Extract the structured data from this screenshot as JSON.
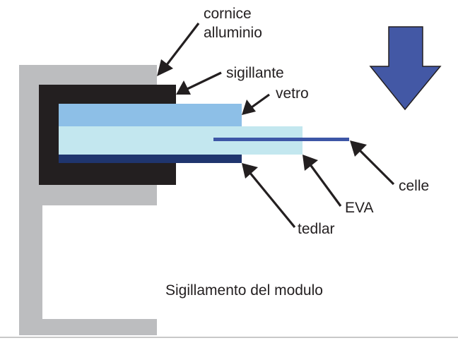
{
  "title": "Sigillamento del modulo",
  "colors": {
    "frame": "#bcbdbf",
    "sealant": "#231f20",
    "glass": "#8dbfe7",
    "eva": "#c3e7ef",
    "cells": "#3d56a6",
    "tedlar": "#1f356e",
    "direction_arrow": "#4358a5",
    "rule": "#c8c8c8"
  },
  "labels": {
    "frame_line1": "cornice",
    "frame_line2": "alluminio",
    "sealant": "sigillante",
    "glass": "vetro",
    "cells": "celle",
    "eva": "EVA",
    "tedlar": "tedlar"
  },
  "icons": {
    "direction": "arrow-down-icon"
  }
}
